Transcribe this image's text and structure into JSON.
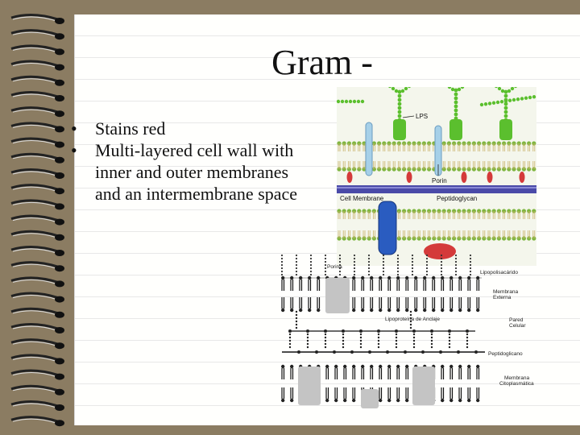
{
  "slide": {
    "title": "Gram -",
    "bullets": [
      "Stains red",
      "Multi-layered cell wall with inner and outer membranes and an intermembrane space"
    ]
  },
  "top_diagram": {
    "labels": {
      "lps": "LPS",
      "porin": "Porin",
      "cell_membrane": "Cell Membrane",
      "peptidoglycan": "Peptidoglycan"
    }
  },
  "bottom_diagram": {
    "labels": {
      "porina": "Porina",
      "lipopolisacarido": "Lipopolisacárido",
      "membrana_externa": "Membrana Externa",
      "lipoproteina": "Lipoproteína de Anclaje",
      "pared_celular": "Pared Celular",
      "peptidoglicano": "Peptidoglicano",
      "membrana_citoplasmatica": "Membrana Citoplasmática"
    }
  },
  "colors": {
    "paper": "#fffffd",
    "binding": "#8b7c62",
    "lipid_head": "#7fb640",
    "lps_sugar": "#5bbf2e",
    "porin": "#a6d0e8",
    "peptidoglycan": "#4a4aa8",
    "protein": "#2a5cc0",
    "lipoprotein": "#d43a3a"
  }
}
